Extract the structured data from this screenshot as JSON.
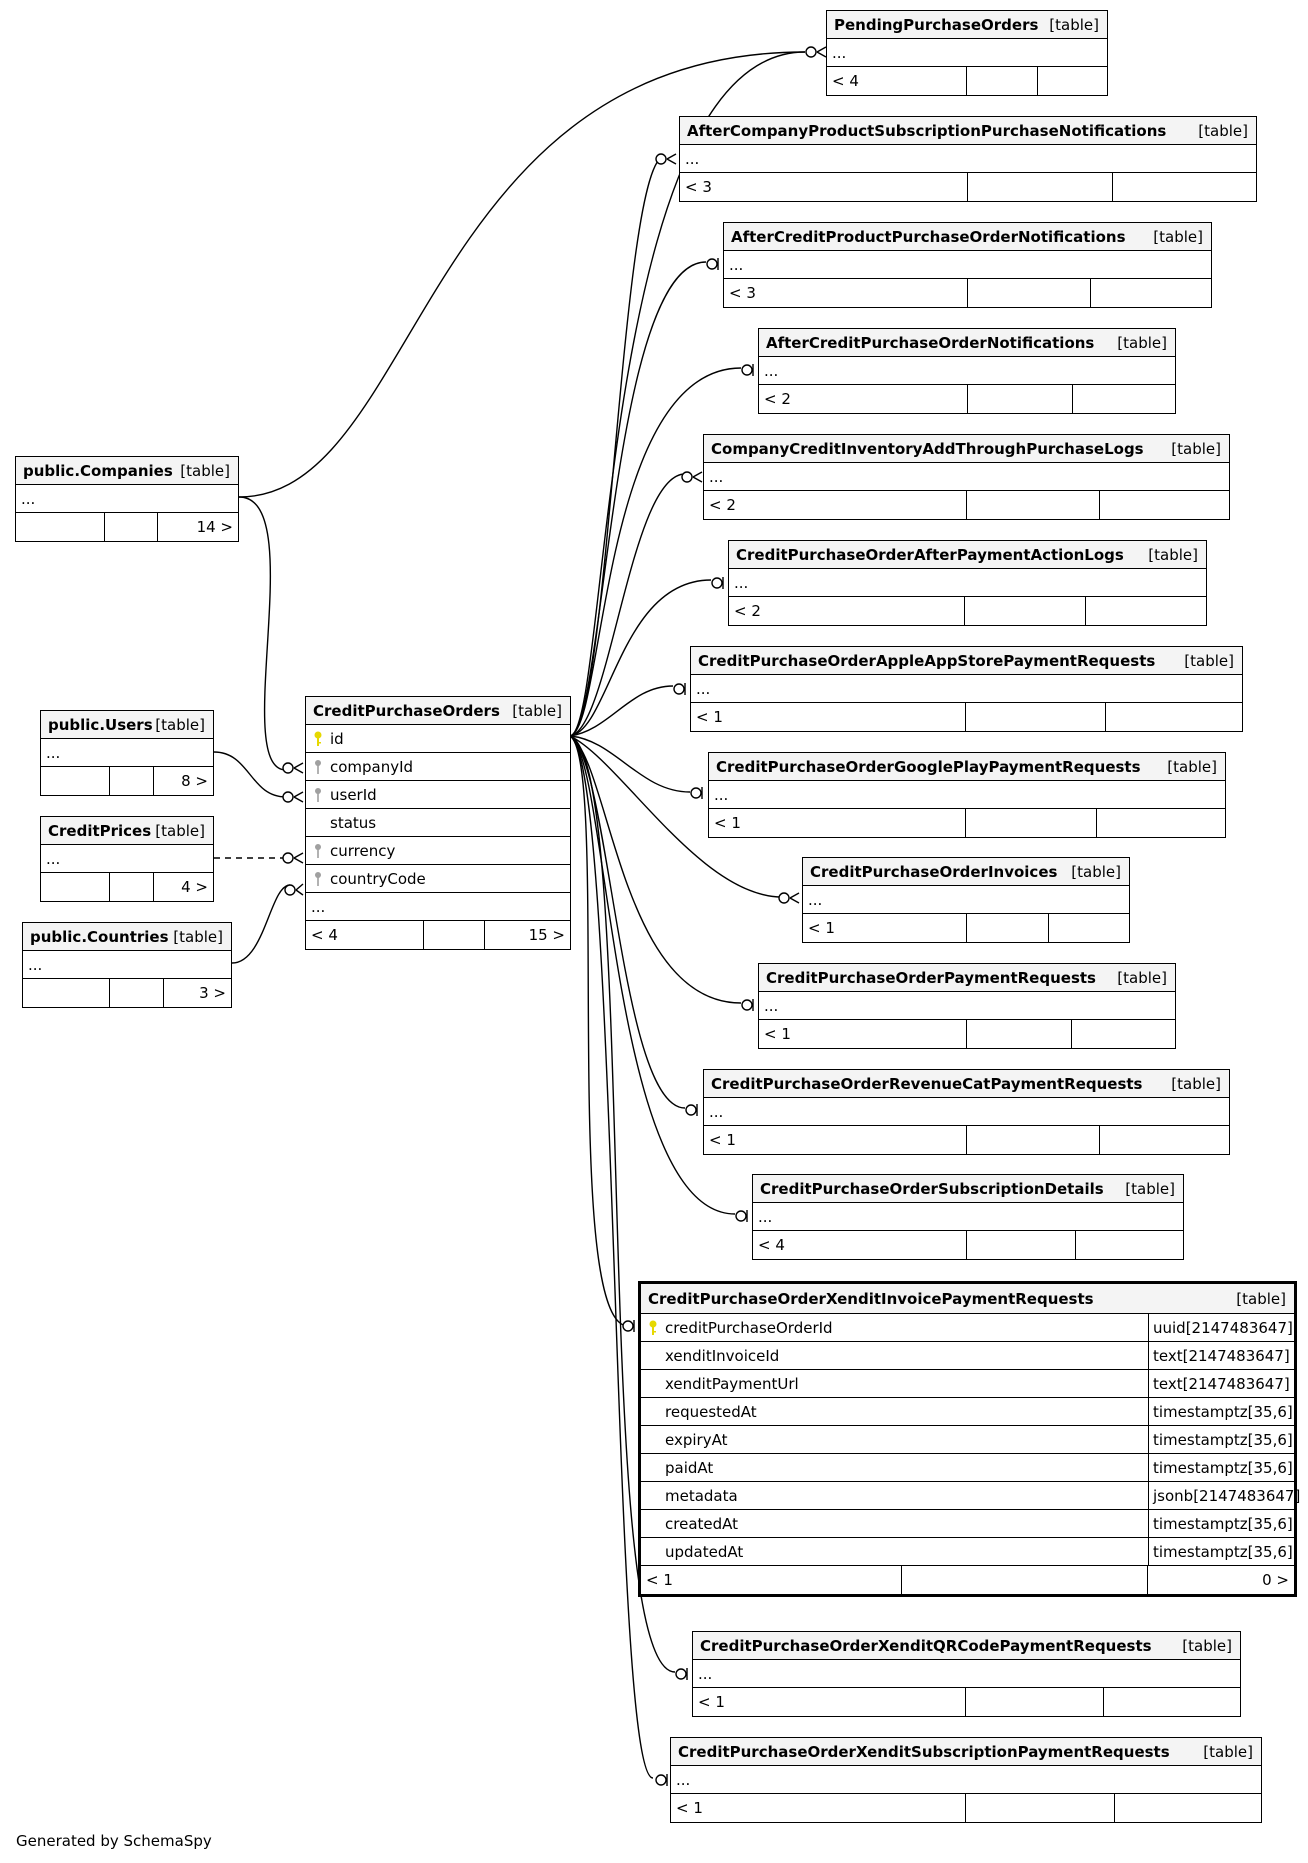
{
  "footer": "Generated by SchemaSpy",
  "tables": {
    "pending": {
      "name": "PendingPurchaseOrders",
      "kind": "[table]",
      "ellipsis": "...",
      "foot": [
        "< 4",
        "",
        ""
      ]
    },
    "afterCompany": {
      "name": "AfterCompanyProductSubscriptionPurchaseNotifications",
      "kind": "[table]",
      "ellipsis": "...",
      "foot": [
        "< 3",
        "",
        ""
      ]
    },
    "afterCreditProduct": {
      "name": "AfterCreditProductPurchaseOrderNotifications",
      "kind": "[table]",
      "ellipsis": "...",
      "foot": [
        "< 3",
        "",
        ""
      ]
    },
    "afterCredit": {
      "name": "AfterCreditPurchaseOrderNotifications",
      "kind": "[table]",
      "ellipsis": "...",
      "foot": [
        "< 2",
        "",
        ""
      ]
    },
    "inventory": {
      "name": "CompanyCreditInventoryAddThroughPurchaseLogs",
      "kind": "[table]",
      "ellipsis": "...",
      "foot": [
        "< 2",
        "",
        ""
      ]
    },
    "afterPayment": {
      "name": "CreditPurchaseOrderAfterPaymentActionLogs",
      "kind": "[table]",
      "ellipsis": "...",
      "foot": [
        "< 2",
        "",
        ""
      ]
    },
    "apple": {
      "name": "CreditPurchaseOrderAppleAppStorePaymentRequests",
      "kind": "[table]",
      "ellipsis": "...",
      "foot": [
        "< 1",
        "",
        ""
      ]
    },
    "google": {
      "name": "CreditPurchaseOrderGooglePlayPaymentRequests",
      "kind": "[table]",
      "ellipsis": "...",
      "foot": [
        "< 1",
        "",
        ""
      ]
    },
    "invoices": {
      "name": "CreditPurchaseOrderInvoices",
      "kind": "[table]",
      "ellipsis": "...",
      "foot": [
        "< 1",
        "",
        ""
      ]
    },
    "payreq": {
      "name": "CreditPurchaseOrderPaymentRequests",
      "kind": "[table]",
      "ellipsis": "...",
      "foot": [
        "< 1",
        "",
        ""
      ]
    },
    "revenuecat": {
      "name": "CreditPurchaseOrderRevenueCatPaymentRequests",
      "kind": "[table]",
      "ellipsis": "...",
      "foot": [
        "< 1",
        "",
        ""
      ]
    },
    "subscription": {
      "name": "CreditPurchaseOrderSubscriptionDetails",
      "kind": "[table]",
      "ellipsis": "...",
      "foot": [
        "< 4",
        "",
        ""
      ]
    },
    "xenditQR": {
      "name": "CreditPurchaseOrderXenditQRCodePaymentRequests",
      "kind": "[table]",
      "ellipsis": "...",
      "foot": [
        "< 1",
        "",
        ""
      ]
    },
    "xenditSub": {
      "name": "CreditPurchaseOrderXenditSubscriptionPaymentRequests",
      "kind": "[table]",
      "ellipsis": "...",
      "foot": [
        "< 1",
        "",
        ""
      ]
    },
    "companies": {
      "name": "public.Companies",
      "kind": "[table]",
      "ellipsis": "...",
      "foot": [
        "",
        "",
        "14 >"
      ]
    },
    "users": {
      "name": "public.Users",
      "kind": "[table]",
      "ellipsis": "...",
      "foot": [
        "",
        "",
        "8 >"
      ]
    },
    "prices": {
      "name": "CreditPrices",
      "kind": "[table]",
      "ellipsis": "...",
      "foot": [
        "",
        "",
        "4 >"
      ]
    },
    "countries": {
      "name": "public.Countries",
      "kind": "[table]",
      "ellipsis": "...",
      "foot": [
        "",
        "",
        "3 >"
      ]
    },
    "orders": {
      "name": "CreditPurchaseOrders",
      "kind": "[table]",
      "columns": [
        {
          "name": "id",
          "key": "primary"
        },
        {
          "name": "companyId",
          "key": "foreign"
        },
        {
          "name": "userId",
          "key": "foreign"
        },
        {
          "name": "status",
          "key": "none"
        },
        {
          "name": "currency",
          "key": "foreign"
        },
        {
          "name": "countryCode",
          "key": "foreign"
        }
      ],
      "ellipsis": "...",
      "foot": [
        "< 4",
        "",
        "15 >"
      ]
    },
    "xenditInvoice": {
      "name": "CreditPurchaseOrderXenditInvoicePaymentRequests",
      "kind": "[table]",
      "columns": [
        {
          "name": "creditPurchaseOrderId",
          "type": "uuid[2147483647]",
          "key": "primary"
        },
        {
          "name": "xenditInvoiceId",
          "type": "text[2147483647]",
          "key": "none"
        },
        {
          "name": "xenditPaymentUrl",
          "type": "text[2147483647]",
          "key": "none"
        },
        {
          "name": "requestedAt",
          "type": "timestamptz[35,6]",
          "key": "none"
        },
        {
          "name": "expiryAt",
          "type": "timestamptz[35,6]",
          "key": "none"
        },
        {
          "name": "paidAt",
          "type": "timestamptz[35,6]",
          "key": "none"
        },
        {
          "name": "metadata",
          "type": "jsonb[2147483647]",
          "key": "none"
        },
        {
          "name": "createdAt",
          "type": "timestamptz[35,6]",
          "key": "none"
        },
        {
          "name": "updatedAt",
          "type": "timestamptz[35,6]",
          "key": "none"
        }
      ],
      "foot": [
        "< 1",
        "",
        "0 >"
      ]
    }
  },
  "colors": {
    "header_bg": "#f4f4f4",
    "primary_key": "#e6d800",
    "foreign_key": "#a0a0a0",
    "line": "#000000"
  },
  "icons": {
    "primary_key": "key-icon-yellow",
    "foreign_key": "key-icon-gray"
  }
}
